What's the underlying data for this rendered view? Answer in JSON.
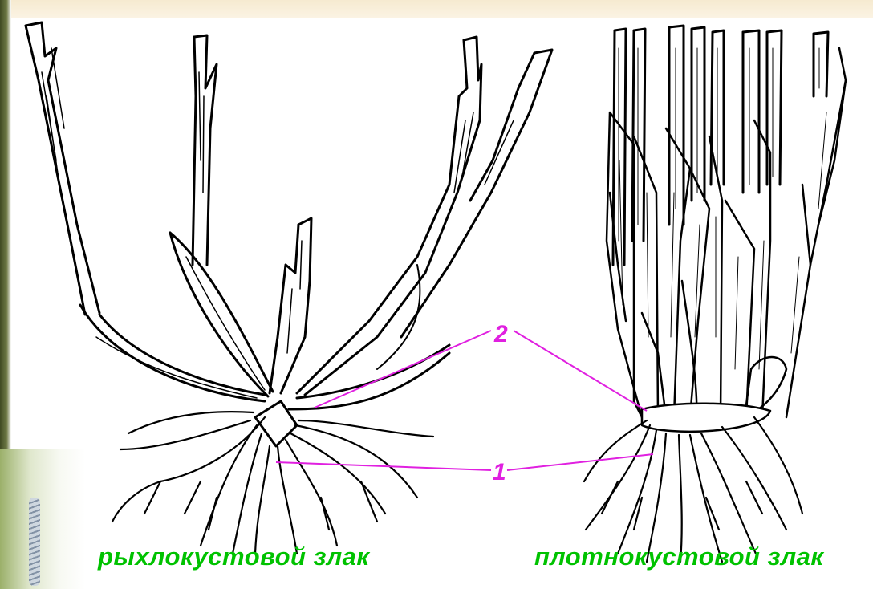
{
  "captions": {
    "loose_bush": "рыхлокустовой  злак",
    "dense_bush": "плотнокустовой злак"
  },
  "callouts": {
    "one": "1",
    "two": "2"
  },
  "colors": {
    "caption": "#00c200",
    "callout": "#e020e0",
    "ink": "#000000",
    "background": "#ffffff"
  }
}
